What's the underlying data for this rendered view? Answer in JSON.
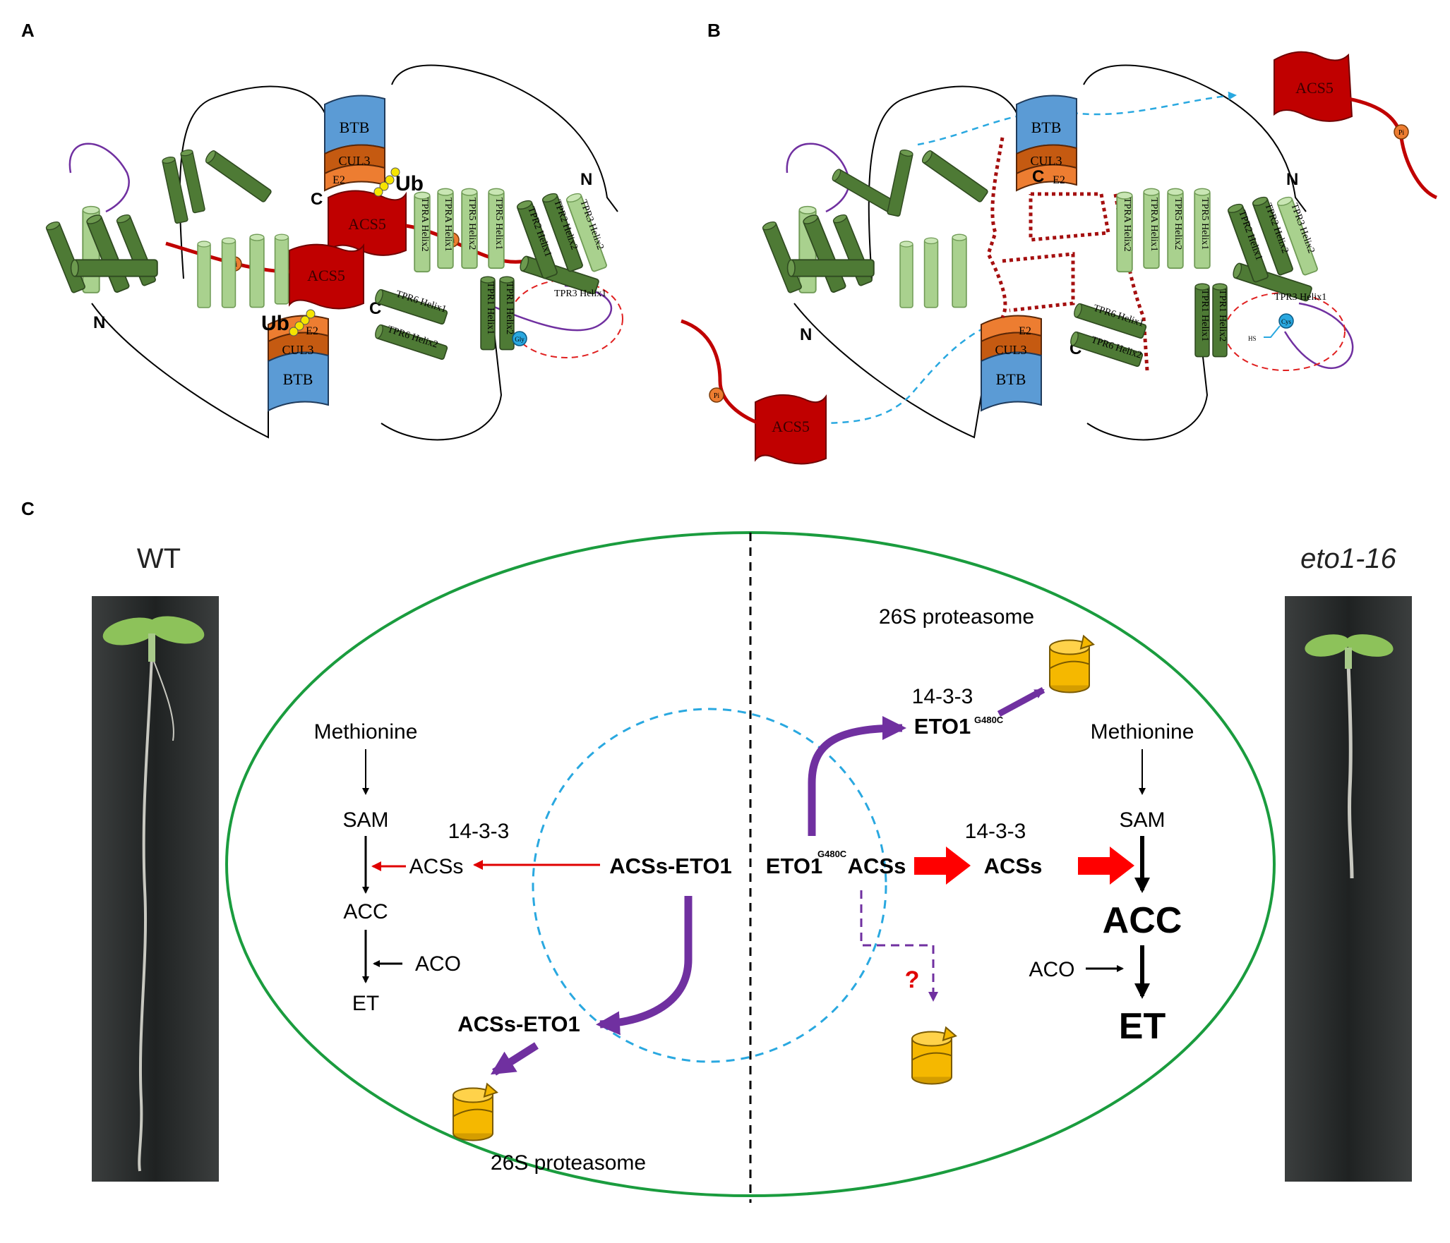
{
  "panels": {
    "A": {
      "label": "A",
      "btb": "BTB",
      "cul3": "CUL3",
      "e2": "E2",
      "acs5": "ACS5",
      "ub": "Ub",
      "pi": "Pi",
      "n_term": "N",
      "c_term": "C",
      "gly": "Gly",
      "tpr_labels": [
        "TPRA Helix2",
        "TPRA Helix1",
        "TPR5 Helix2",
        "TPR5 Helix1",
        "TPR1 Helix2",
        "TPR1 Helix1",
        "TPR6 Helix1",
        "TPR6 Helix2",
        "TPR2 Helix1",
        "TPR2 Helix2",
        "TPR3 Helix2",
        "TPR3 Helix1"
      ]
    },
    "B": {
      "label": "B",
      "btb": "BTB",
      "cul3": "CUL3",
      "e2": "E2",
      "acs5": "ACS5",
      "pi": "Pi",
      "n_term": "N",
      "c_term": "C",
      "cys": "Cys",
      "hs": "HS",
      "tpr_labels": [
        "TPRA Helix2",
        "TPRA Helix1",
        "TPR5 Helix2",
        "TPR5 Helix1",
        "TPR1 Helix2",
        "TPR1 Helix1",
        "TPR6 Helix1",
        "TPR6 Helix2",
        "TPR2 Helix1",
        "TPR2 Helix2",
        "TPR3 Helix2",
        "TPR3 Helix1"
      ]
    },
    "C": {
      "label": "C",
      "wt_label": "WT",
      "mutant_label": "eto1-16",
      "left": {
        "methionine": "Methionine",
        "sam": "SAM",
        "acc": "ACC",
        "et": "ET",
        "aco": "ACO",
        "acss": "ACSs",
        "p1433": "14-3-3",
        "complex": "ACSs-ETO1",
        "complex_out": "ACSs-ETO1",
        "proteasome": "26S proteasome"
      },
      "right": {
        "methionine": "Methionine",
        "sam": "SAM",
        "acc": "ACC",
        "et": "ET",
        "aco": "ACO",
        "acss_inner": "ACSs",
        "acss_outer": "ACSs",
        "p1433": "14-3-3",
        "p1433_top": "14-3-3",
        "eto1": "ETO1",
        "eto1_sup": "G480C",
        "eto1_top": "ETO1",
        "eto1_top_sup": "G480C",
        "question": "?",
        "proteasome": "26S proteasome"
      }
    }
  },
  "colors": {
    "btb": "#5b9bd5",
    "cul3": "#c55a11",
    "e2": "#ed7d31",
    "acs5": "#c00000",
    "tpr_light": "#a9d18e",
    "tpr_dark": "#4e7a35",
    "ellipse": "#1a9c3e",
    "nucleus": "#29a8e0",
    "purple": "#7030a0",
    "red_arrow": "#ff0000",
    "proteasome": "#f5b800",
    "ub": "#f5e400"
  }
}
